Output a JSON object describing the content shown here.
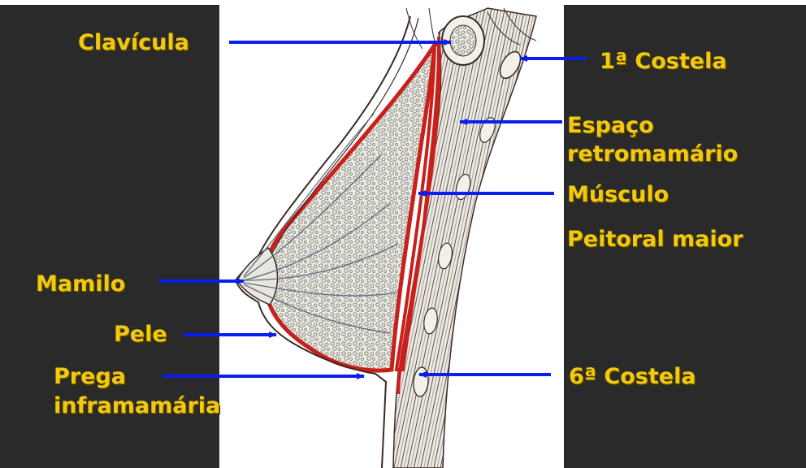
{
  "colors": {
    "panel": "#2a2a2a",
    "label": "#f2c811",
    "arrow": "#0a1ef0",
    "vessel": "#c8201a",
    "outline": "#3a2a22",
    "tissue": "#d8d6cc"
  },
  "labels": {
    "clavicula": "Clavícula",
    "costela1": "1ª Costela",
    "espaco": "Espaço",
    "retromamario": "retromamário",
    "musculo": "Músculo",
    "peitoral": "Peitoral maior",
    "mamilo": "Mamilo",
    "pele": "Pele",
    "prega": "Prega",
    "inframamaria": "inframamária",
    "costela6": "6ª Costela"
  }
}
